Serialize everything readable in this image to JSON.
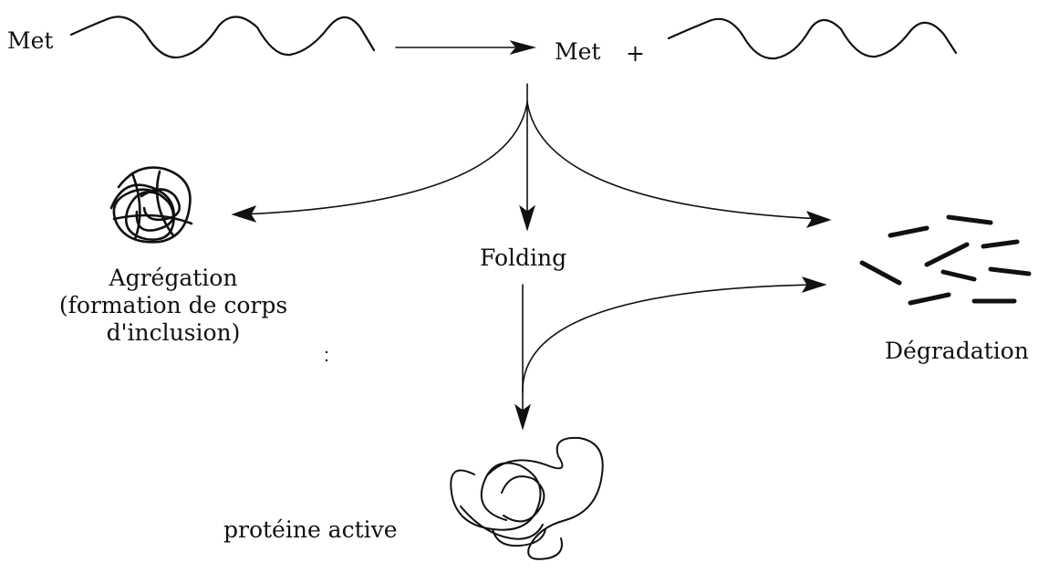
{
  "labels": {
    "met_left": "Met",
    "met_right": "Met",
    "plus": "+",
    "folding": "Folding",
    "agregation_line1": "Agrégation",
    "agregation_line2": "(formation de corps",
    "agregation_line3": "d'inclusion)",
    "degradation": "Dégradation",
    "proteine_active": "protéine active"
  }
}
